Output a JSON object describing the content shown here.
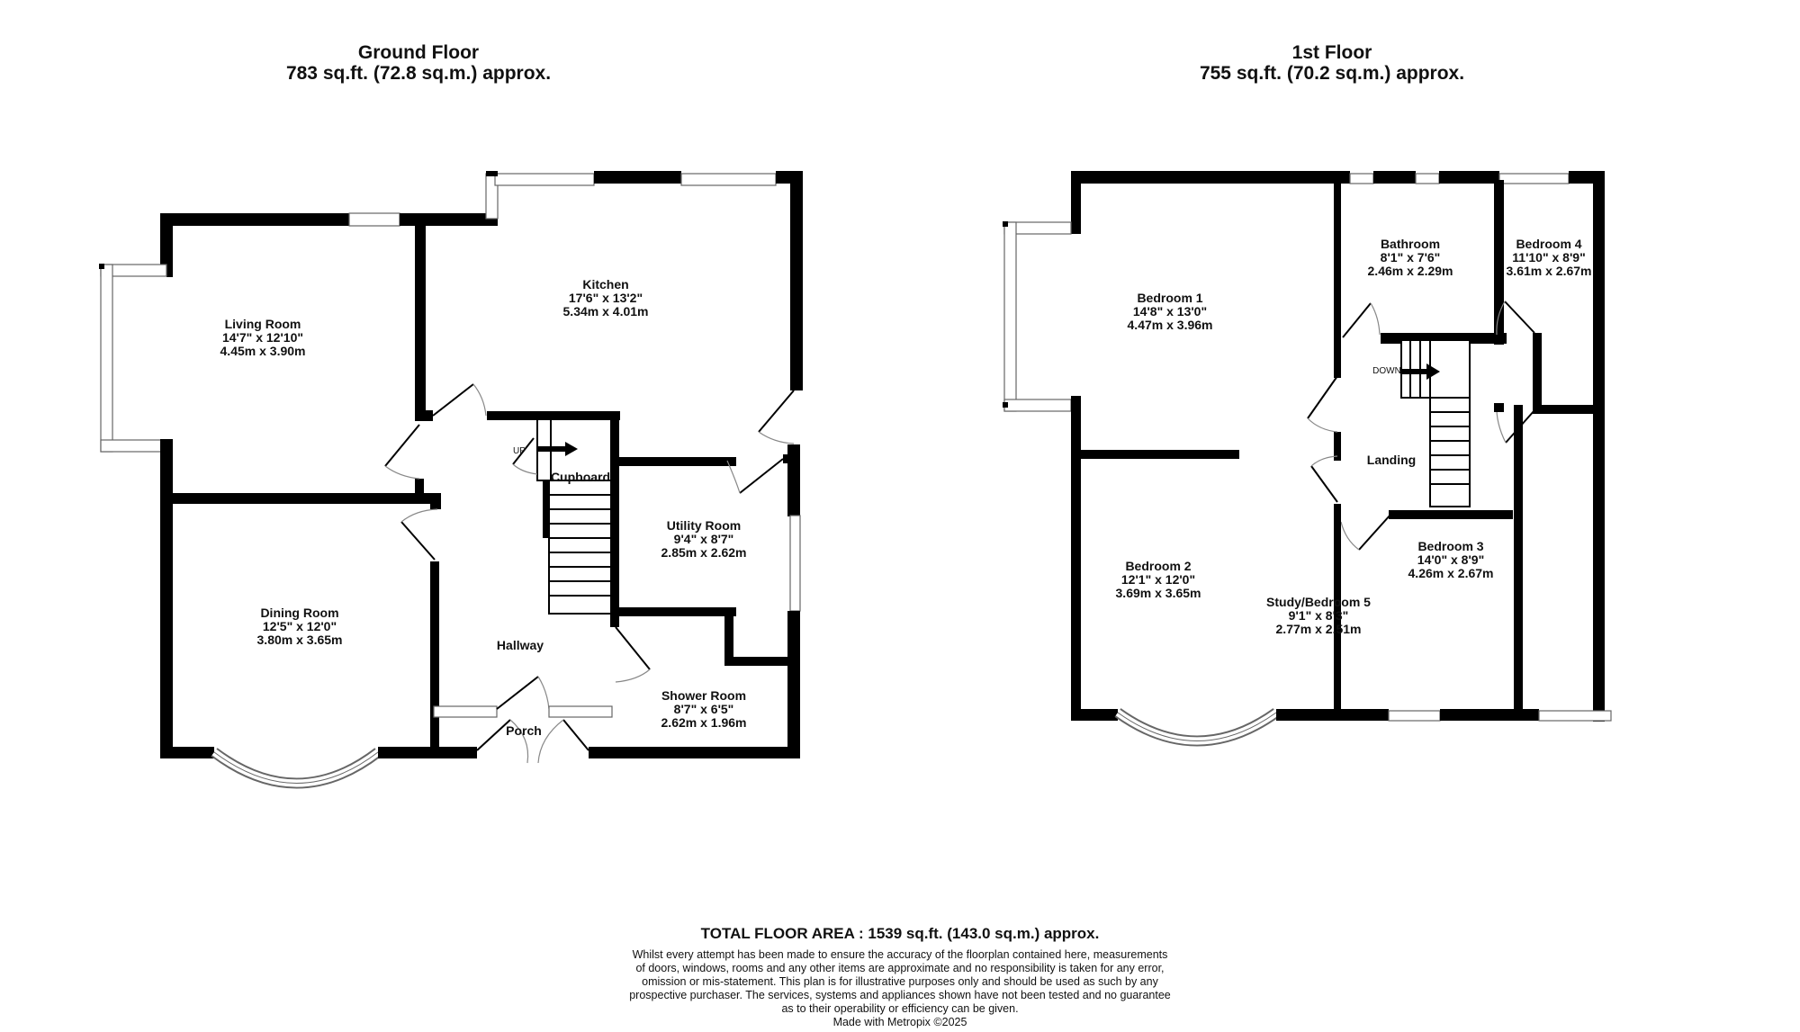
{
  "ground_floor": {
    "title": "Ground Floor",
    "area": "783 sq.ft. (72.8 sq.m.) approx.",
    "rooms": [
      {
        "name": "Living Room",
        "imperial": "14'7\"  x 12'10\"",
        "metric": "4.45m  x 3.90m"
      },
      {
        "name": "Kitchen",
        "imperial": "17'6\"  x 13'2\"",
        "metric": "5.34m  x 4.01m"
      },
      {
        "name": "Dining Room",
        "imperial": "12'5\"  x 12'0\"",
        "metric": "3.80m  x 3.65m"
      },
      {
        "name": "Utility Room",
        "imperial": "9'4\"  x 8'7\"",
        "metric": "2.85m  x 2.62m"
      },
      {
        "name": "Shower Room",
        "imperial": "8'7\"  x 6'5\"",
        "metric": "2.62m  x 1.96m"
      },
      {
        "name": "Hallway"
      },
      {
        "name": "Porch"
      },
      {
        "name": "Cupboard"
      }
    ],
    "stair_label": "UP"
  },
  "first_floor": {
    "title": "1st Floor",
    "area": "755 sq.ft. (70.2 sq.m.) approx.",
    "rooms": [
      {
        "name": "Bedroom 1",
        "imperial": "14'8\"  x 13'0\"",
        "metric": "4.47m  x 3.96m"
      },
      {
        "name": "Bathroom",
        "imperial": "8'1\"  x 7'6\"",
        "metric": "2.46m  x 2.29m"
      },
      {
        "name": "Bedroom 4",
        "imperial": "11'10\"  x 8'9\"",
        "metric": "3.61m  x 2.67m"
      },
      {
        "name": "Bedroom 2",
        "imperial": "12'1\"  x 12'0\"",
        "metric": "3.69m  x 3.65m"
      },
      {
        "name": "Study/Bedroom 5",
        "imperial": "9'1\"  x 8'3\"",
        "metric": "2.77m  x 2.51m"
      },
      {
        "name": "Bedroom 3",
        "imperial": "14'0\"  x 8'9\"",
        "metric": "4.26m  x 2.67m"
      },
      {
        "name": "Landing"
      }
    ],
    "stair_label": "DOWN"
  },
  "footer": {
    "total_area": "TOTAL FLOOR AREA : 1539 sq.ft. (143.0 sq.m.) approx.",
    "disclaimer_lines": [
      "Whilst every attempt has been made to ensure the accuracy of the floorplan contained here, measurements",
      "of doors, windows, rooms and any other items are approximate and no responsibility is taken for any error,",
      "omission or mis-statement. This plan is for illustrative purposes only and should be used as such by any",
      "prospective purchaser. The services, systems and appliances shown have not been tested and no guarantee",
      "as to their operability or efficiency can be given."
    ],
    "credit": "Made with Metropix ©2025"
  },
  "colors": {
    "wall": "#000000",
    "window": "#ffffff",
    "background": "#ffffff"
  }
}
